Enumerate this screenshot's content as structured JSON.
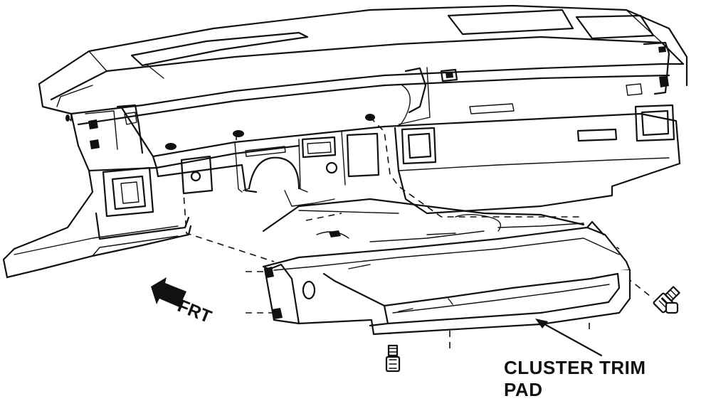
{
  "callout": {
    "line1": "CLUSTER TRIM",
    "line2": "PAD"
  },
  "direction_label": "FRT",
  "icons": {
    "direction_arrow": "arrow-icon",
    "screw": "screw-icon"
  },
  "colors": {
    "line": "#111111",
    "background": "#ffffff"
  }
}
